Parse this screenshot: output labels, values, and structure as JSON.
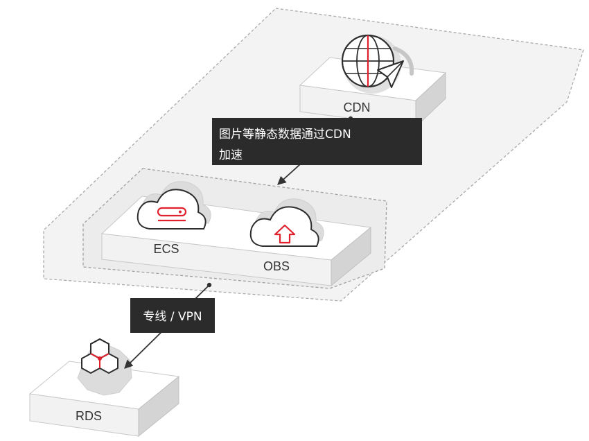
{
  "nodes": {
    "cdn": {
      "label": "CDN"
    },
    "ecs": {
      "label": "ECS"
    },
    "obs": {
      "label": "OBS"
    },
    "rds": {
      "label": "RDS"
    }
  },
  "connections": {
    "cdn_to_storage": "图片等静态数据通过CDN加速",
    "storage_to_rds": "专线 / VPN"
  },
  "colors": {
    "accent": "#e0212d",
    "zone_fill": "#f3f3f3",
    "dashed": "#a9a9a9",
    "tag_bg": "#2b2b2b"
  }
}
